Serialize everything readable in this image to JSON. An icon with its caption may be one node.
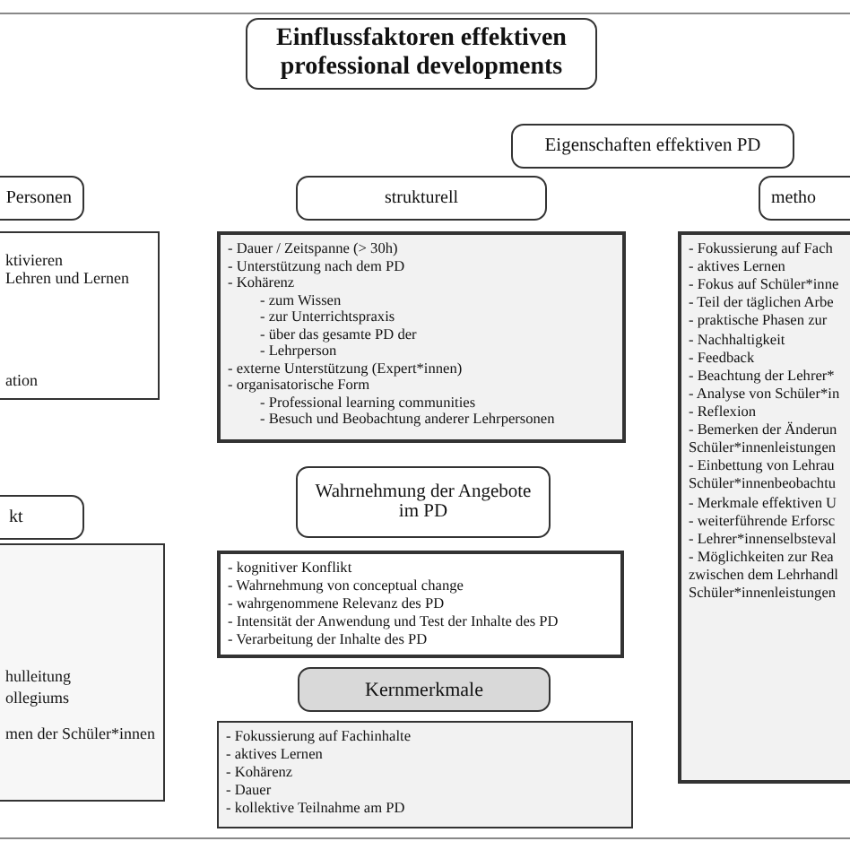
{
  "diagram": {
    "nodes": [
      {
        "text": [
          "Einflussfaktoren effektiven professional developments"
        ]
      },
      {
        "text": [
          "Eigenschaften effektiven PD"
        ]
      },
      {
        "text": [
          "Personen"
        ]
      },
      {
        "text": [
          "strukturell"
        ]
      },
      {
        "text": [
          "metho"
        ]
      },
      {
        "text": [
          "ktivieren",
          "Lehren und Lernen",
          "ation"
        ]
      },
      {
        "text": [
          "- Dauer / Zeitspanne (> 30h)",
          "- Unterstützung nach dem PD",
          "- Kohärenz",
          "- zum Wissen",
          "- zur Unterrichtspraxis",
          "- über das gesamte PD der",
          "- Lehrperson",
          "- externe Unterstützung (Expert*innen)",
          "- organisatorische Form",
          "- Professional learning communities",
          "- Besuch und Beobachtung anderer Lehrpersonen"
        ]
      },
      {
        "text": [
          "- Fokussierung auf Fach",
          "- aktives Lernen",
          "- Fokus auf Schüler*inne",
          "- Teil der täglichen Arbe",
          "- praktische Phasen zur",
          "- Nachhaltigkeit",
          "- Feedback",
          "- Beachtung der Lehrer*",
          "- Analyse von Schüler*in",
          "- Reflexion",
          "- Bemerken der Änderun Schüler*innenleistungen",
          "- Einbettung von Lehrau Schüler*innenbeobachtu",
          "- Merkmale effektiven U",
          "- weiterführende Erforsc",
          "- Lehrer*innenselbsteval",
          "- Möglichkeiten zur Rea zwischen dem Lehrhandl Schüler*innenleistungen"
        ]
      },
      {
        "text": [
          "kt"
        ]
      },
      {
        "text": [
          "hulleitung",
          "ollegiums",
          "men der Schüler*innen"
        ]
      },
      {
        "text": [
          "Wahrnehmung der Angebote im PD"
        ]
      },
      {
        "text": [
          "- kognitiver Konflikt",
          "- Wahrnehmung von conceptual change",
          "- wahrgenommene Relevanz des PD",
          "- Intensität der Anwendung und Test der Inhalte des PD",
          "- Verarbeitung der Inhalte des PD"
        ]
      },
      {
        "text": [
          "Kernmerkmale"
        ]
      },
      {
        "text": [
          "- Fokussierung auf Fachinhalte",
          "- aktives Lernen",
          "- Kohärenz",
          "- Dauer",
          "- kollektive Teilnahme am PD"
        ]
      }
    ],
    "edges": []
  }
}
